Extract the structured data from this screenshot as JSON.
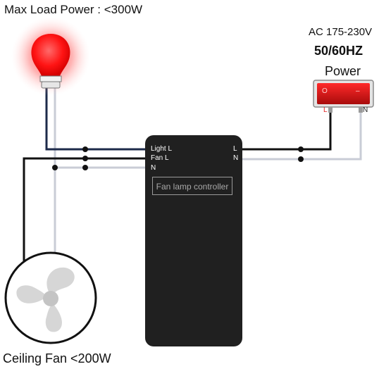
{
  "labels": {
    "max_load": "Max Load Power : <300W",
    "ac_range": "AC 175-230V",
    "frequency": "50/60HZ",
    "power": "Power",
    "ceiling_fan": "Ceiling Fan <200W"
  },
  "controller": {
    "name": "Fan lamp controller",
    "inputs": {
      "light": "Light L",
      "fan": "Fan L",
      "neutral": "N"
    },
    "outputs": {
      "line": "L",
      "neutral": "N"
    }
  },
  "switch": {
    "terminal_l": "L",
    "terminal_n": "N",
    "off_symbol": "O",
    "on_symbol": "–"
  },
  "colors": {
    "live_wire": "#111111",
    "light_wire": "#1c2a4a",
    "neutral_wire": "#c9ccd6",
    "controller_body": "#202020",
    "switch_red": "#d11414",
    "bulb_glow": "#ff1a1a"
  }
}
